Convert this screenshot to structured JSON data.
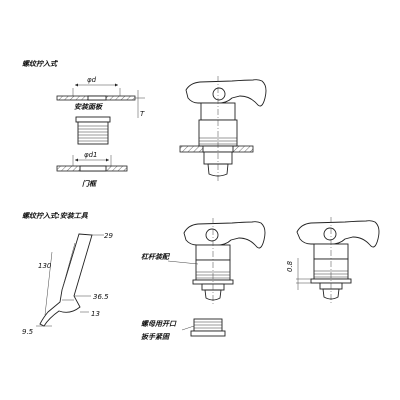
{
  "section_top": {
    "title": "螺纹拧入式",
    "dim_washer_top": "φd",
    "label_panel": "安装面板",
    "dim_thickness": "T",
    "dim_washer_bottom": "φd1",
    "label_frame": "门框"
  },
  "section_bottom": {
    "title": "螺纹拧入式:安装工具",
    "dim_29": "29",
    "dim_130": "130",
    "dim_36_5": "36.5",
    "dim_13": "13",
    "dim_9_5": "9.5",
    "label_lever_assembly": "杠杆装配",
    "label_wrench_line1": "螺母用开口",
    "label_wrench_line2": "扳手紧固",
    "dim_0_8": "0.8"
  }
}
